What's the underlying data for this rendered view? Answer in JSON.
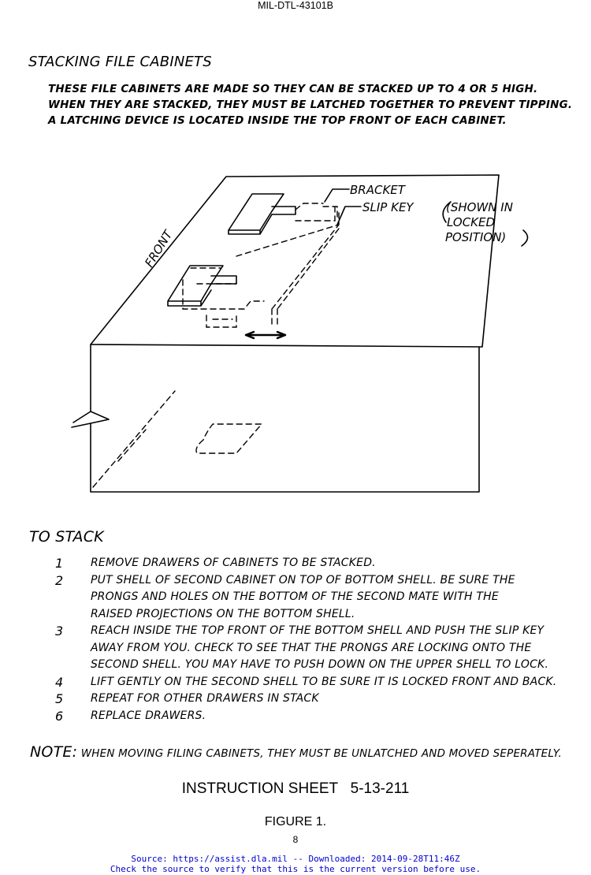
{
  "header": {
    "doc_id": "MIL-DTL-43101B"
  },
  "title": "STACKING FILE CABINETS",
  "intro": [
    "THESE FILE CABINETS ARE MADE SO THEY CAN BE STACKED UP TO 4 OR 5 HIGH.",
    "WHEN THEY ARE STACKED, THEY MUST BE LATCHED TOGETHER TO PREVENT TIPPING.",
    "A LATCHING DEVICE IS LOCATED INSIDE THE TOP FRONT OF EACH CABINET."
  ],
  "figure_labels": {
    "front": "FRONT",
    "bracket": "BRACKET",
    "slip_key": "SLIP KEY",
    "shown_1": "(SHOWN IN",
    "shown_2": "LOCKED",
    "shown_3": "POSITION)"
  },
  "to_stack": {
    "heading": "TO STACK",
    "steps": [
      {
        "num": "1",
        "lines": [
          "REMOVE DRAWERS OF CABINETS TO BE STACKED."
        ]
      },
      {
        "num": "2",
        "lines": [
          "PUT SHELL OF SECOND CABINET ON TOP OF BOTTOM SHELL. BE SURE THE",
          "PRONGS AND HOLES ON THE BOTTOM OF THE SECOND MATE WITH THE",
          "RAISED PROJECTIONS ON THE BOTTOM SHELL."
        ]
      },
      {
        "num": "3",
        "lines": [
          "REACH INSIDE THE TOP FRONT OF THE BOTTOM SHELL AND PUSH THE SLIP KEY",
          "AWAY FROM YOU. CHECK TO SEE THAT THE PRONGS ARE LOCKING ONTO THE",
          "SECOND SHELL. YOU MAY HAVE TO PUSH DOWN ON THE UPPER SHELL TO LOCK."
        ]
      },
      {
        "num": "4",
        "lines": [
          "LIFT GENTLY ON THE SECOND SHELL TO BE SURE IT IS LOCKED FRONT AND BACK."
        ]
      },
      {
        "num": "5",
        "lines": [
          "REPEAT FOR OTHER DRAWERS IN STACK"
        ]
      },
      {
        "num": "6",
        "lines": [
          "REPLACE DRAWERS."
        ]
      }
    ]
  },
  "note": {
    "label": "NOTE:",
    "text": "WHEN MOVING FILING CABINETS, THEY MUST BE UNLATCHED AND MOVED SEPERATELY."
  },
  "instruction_sheet": "INSTRUCTION SHEET   5-13-211",
  "figure_caption": "FIGURE 1.",
  "page_number": "8",
  "source": {
    "line1": "Source: https://assist.dla.mil -- Downloaded: 2014-09-28T11:46Z",
    "line2": "Check the source to verify that this is the current version before use."
  }
}
